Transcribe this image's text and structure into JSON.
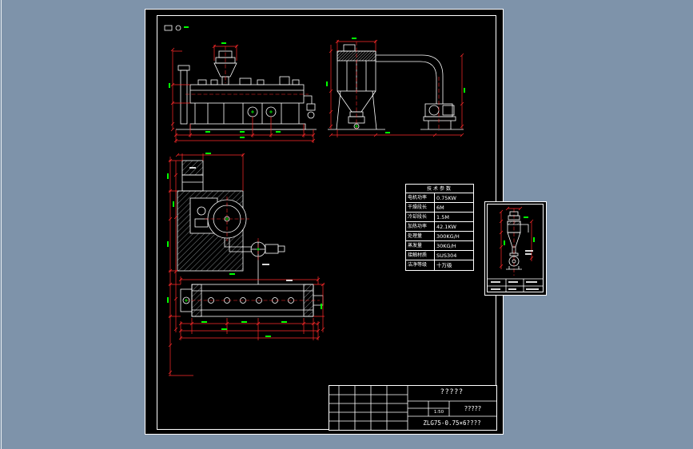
{
  "window": {
    "background_color": "#7E93AA"
  },
  "sheets": {
    "main": {
      "fill": "#000000",
      "border": "#FFFFFF"
    },
    "detail": {
      "fill": "#000000",
      "border": "#FFFFFF"
    }
  },
  "palette": {
    "geometry_lines": "#FFFFFF",
    "dimension_lines": "#FF2A2A",
    "point_markers": "#00FF00"
  },
  "spec_table": {
    "header": "技术参数",
    "rows": [
      {
        "label": "电机功率",
        "value": "0.75KW"
      },
      {
        "label": "干燥段长",
        "value": "6M"
      },
      {
        "label": "冷却段长",
        "value": "1.5M"
      },
      {
        "label": "加热功率",
        "value": "42.1KW"
      },
      {
        "label": "处理量",
        "value": "300KG/H"
      },
      {
        "label": "蒸发量",
        "value": "30KG/H"
      },
      {
        "label": "接触材质",
        "value": "SUS304"
      },
      {
        "label": "洁净等级",
        "value": "十万级"
      }
    ]
  },
  "title_block": {
    "drawing_title": "?????",
    "product_name": "?????",
    "drawing_number": "ZLG75-0.75×6????",
    "scale": "1:50"
  }
}
